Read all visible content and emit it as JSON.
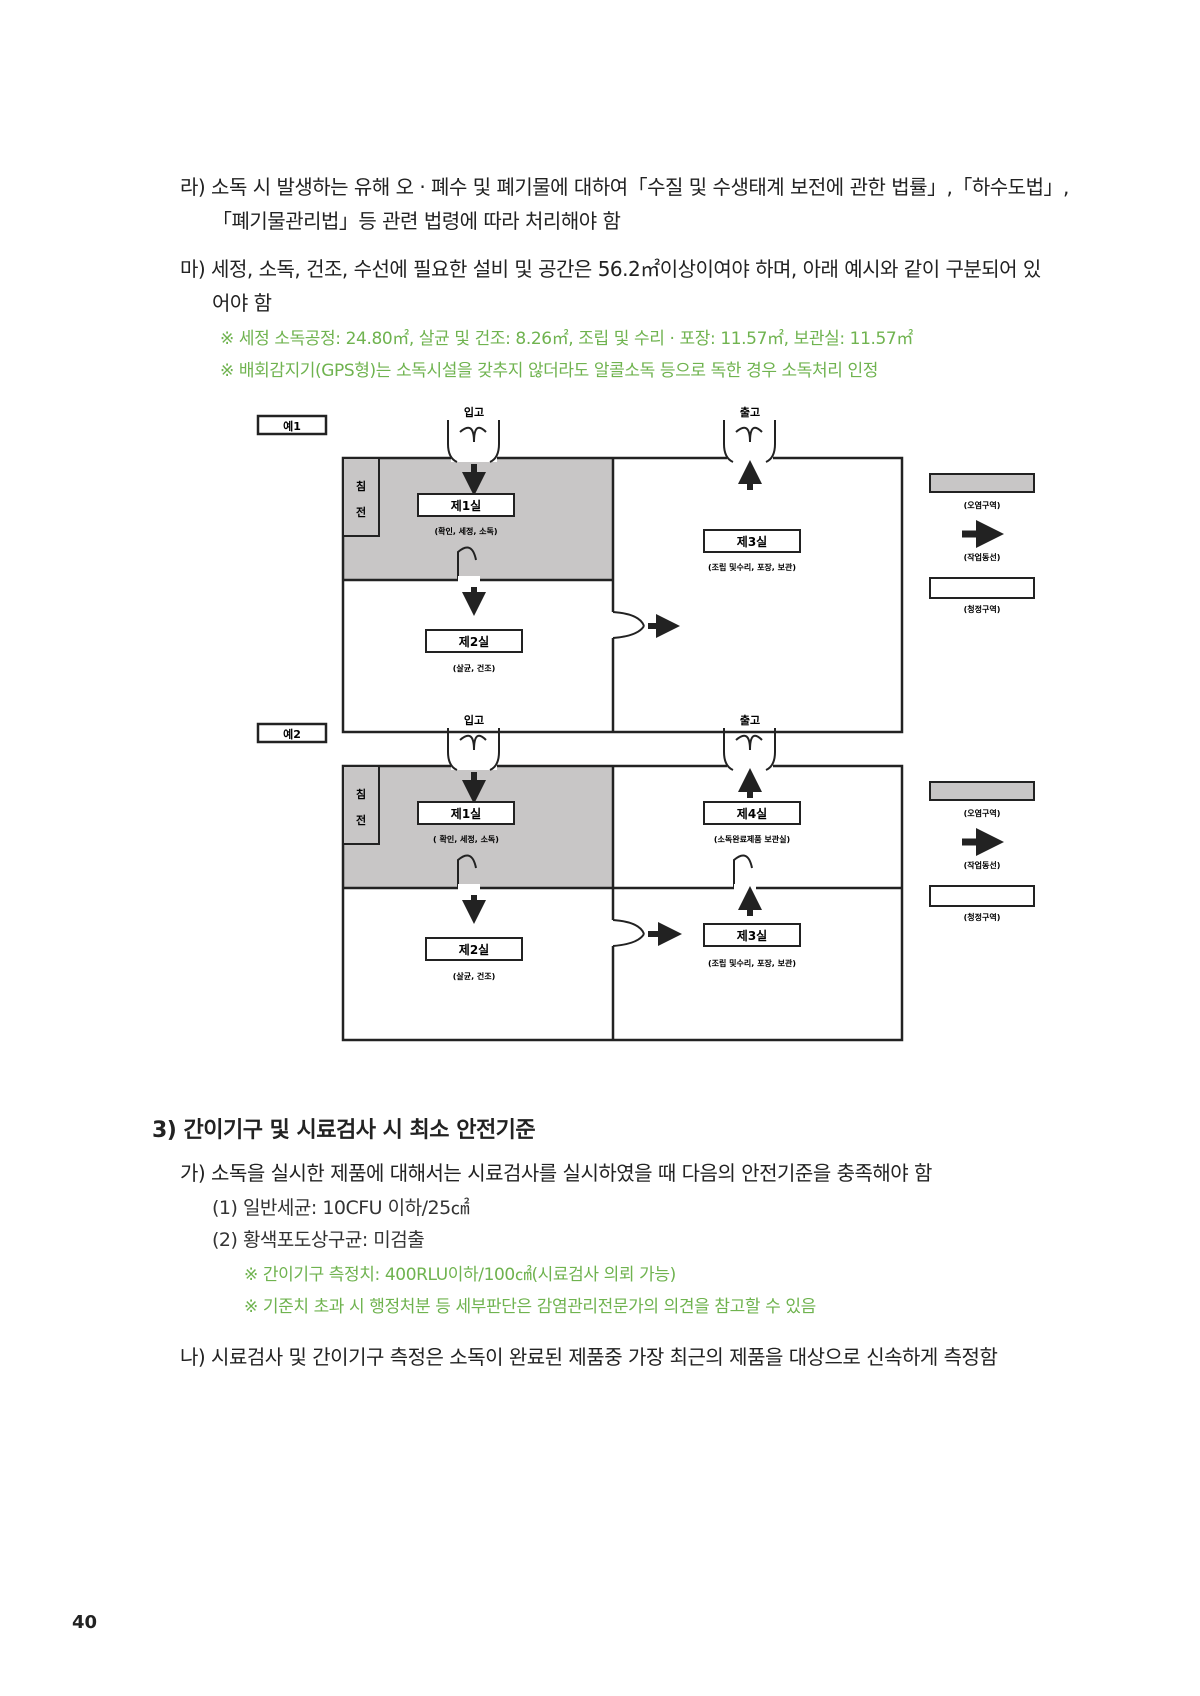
{
  "para_ra": {
    "line1": "라) 소독 시 발생하는 유해 오 · 폐수 및 폐기물에 대하여「수질 및 수생태계 보전에 관한 법률」,「하수도법」,",
    "line2": "「폐기물관리법」등 관련 법령에 따라 처리해야 함"
  },
  "para_ma": {
    "line1": "마) 세정, 소독, 건조, 수선에 필요한 설비 및 공간은 56.2㎡이상이여야 하며, 아래 예시와 같이 구분되어 있",
    "line2": "어야 함",
    "note1": "※ 세정 소독공정: 24.80㎡, 살균 및 건조: 8.26㎡, 조립 및 수리 · 포장: 11.57㎡, 보관실: 11.57㎡",
    "note2": "※ 배회감지기(GPS형)는 소독시설을 갖추지 않더라도 알콜소독 등으로 독한 경우 소독처리 인정"
  },
  "figure": {
    "example1": {
      "tag": "예1",
      "in_label": "입고",
      "out_label": "출고",
      "side_label_1": "침",
      "side_label_2": "전",
      "room1": "제1실",
      "room1_sub": "(확인, 세정, 소독)",
      "room2": "제2실",
      "room2_sub": "(살균, 건조)",
      "room3": "제3실",
      "room3_sub": "(조립 및수리, 포장, 보관)"
    },
    "example2": {
      "tag": "예2",
      "in_label": "입고",
      "out_label": "출고",
      "side_label_1": "침",
      "side_label_2": "전",
      "room1": "제1실",
      "room1_sub": "( 확인, 세정, 소독)",
      "room2": "제2실",
      "room2_sub": "(살균, 건조)",
      "room3": "제3실",
      "room3_sub": "(조립 및수리, 포장, 보관)",
      "room4": "제4실",
      "room4_sub": "(소독완료제품 보관실)"
    },
    "legend": {
      "contaminated": "(오염구역)",
      "flow": "(작업동선)",
      "clean": "(청정구역)"
    },
    "colors": {
      "contaminated_fill": "#c8c6c6",
      "line": "#222222"
    }
  },
  "section3": {
    "heading": "3) 간이기구 및 시료검사 시 최소 안전기준",
    "ga": "가) 소독을 실시한 제품에 대해서는 시료검사를 실시하였을 때 다음의 안전기준을 충족해야 함",
    "item1": "(1) 일반세균: 10CFU 이하/25㎠",
    "item2": "(2) 황색포도상구균: 미검출",
    "note1": "※ 간이기구 측정치: 400RLU이하/100㎠(시료검사 의뢰 가능)",
    "note2": "※ 기준치 초과 시 행정처분 등 세부판단은 감염관리전문가의 의견을 참고할 수 있음",
    "na": "나) 시료검사 및 간이기구 측정은 소독이 완료된 제품중 가장 최근의 제품을 대상으로 신속하게 측정함"
  },
  "page_number": "40"
}
